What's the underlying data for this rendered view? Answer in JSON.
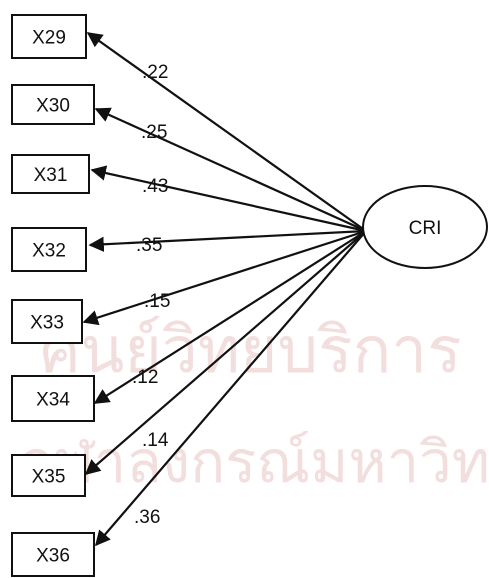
{
  "factor": {
    "label": "CRI"
  },
  "indicators": [
    {
      "label": "X29",
      "loading": ".22"
    },
    {
      "label": "X30",
      "loading": ".25"
    },
    {
      "label": "X31",
      "loading": ".43"
    },
    {
      "label": "X32",
      "loading": ".35"
    },
    {
      "label": "X33",
      "loading": ".15"
    },
    {
      "label": "X34",
      "loading": ".12"
    },
    {
      "label": "X35",
      "loading": ".14"
    },
    {
      "label": "X36",
      "loading": ".36"
    }
  ],
  "watermark": {
    "line1": "ศูนย์วิทยบริการ",
    "line2": "จุฬาลงกรณ์มหาวิทยาลัย",
    "color": "#f3dede"
  },
  "colors": {
    "ink": "#111111",
    "background": "#ffffff"
  }
}
